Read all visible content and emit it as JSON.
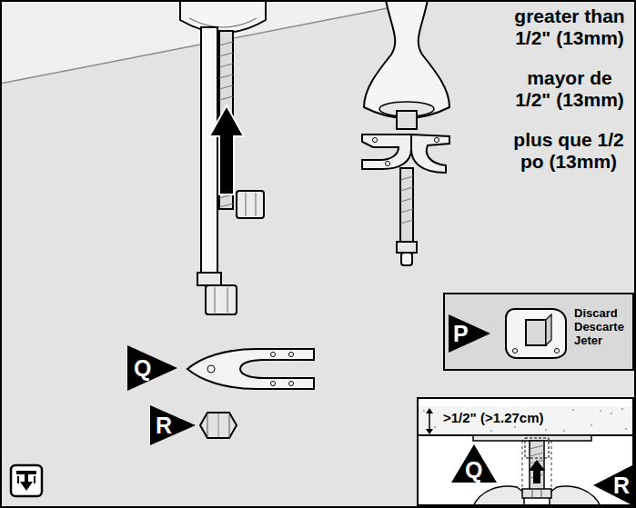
{
  "diagram": {
    "nodes": [
      {
        "text": [
          "Discard Descarte Jeter"
        ]
      },
      {
        "text": [
          "P"
        ],
        "in": 0
      },
      {
        "text": [
          "Q"
        ]
      },
      {
        "text": [
          ">1/2\" (>1.27cm)"
        ]
      },
      {
        "text": [
          "Q"
        ],
        "in": 3
      },
      {
        "text": [
          "R"
        ]
      },
      {
        "text": [
          "R"
        ],
        "in": 3
      }
    ],
    "labels": [
      "greater than 1/2\" (13mm)",
      "mayor de 1/2\" (13mm)",
      "plus que 1/2 po (13mm)"
    ]
  }
}
